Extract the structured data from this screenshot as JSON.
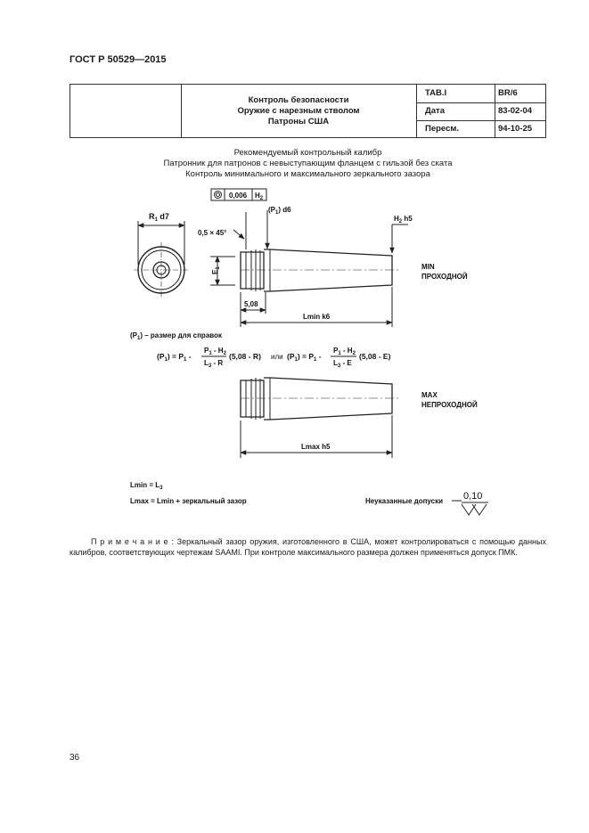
{
  "doc_code": "ГОСТ Р 50529—2015",
  "header": {
    "title_lines": [
      "Контроль безопасности",
      "Оружие с нарезным стволом",
      "Патроны США"
    ],
    "rows": [
      {
        "label": "TAB.I",
        "value": "BR/6"
      },
      {
        "label": "Дата",
        "value": "83-02-04"
      },
      {
        "label": "Пересм.",
        "value": "94-10-25"
      }
    ]
  },
  "captions": [
    "Рекомендуемый контрольный калибр",
    "Патронник для патронов с невыступающим фланцем с гильзой без ската",
    "Контроль минимального и максимального зеркального зазора"
  ],
  "drawing": {
    "r1": "R",
    "r1_sub": "1",
    "r1_tol": " d7",
    "flatness_value": "0,006",
    "h2": "H",
    "h2_sub": "2",
    "p1_label": "(P",
    "p1_sub": "1",
    "p1_tol": ") d6",
    "h2_tol": " h5",
    "chamfer": "0,5 × 45°",
    "e1": "E",
    "e1_sub": "1",
    "dim_508": "5,08",
    "lmin": "Lmin k6",
    "lmax": "Lmax h5",
    "min_label": "MIN",
    "min_desc": "ПРОХОДНОЙ",
    "max_label": "MAX",
    "max_desc": "НЕПРОХОДНОЙ",
    "ref_note": "– размер для справок",
    "formula_or": "или",
    "formula_tail1": "(5,08 - R)",
    "formula_tail2": "(5,08 - E)",
    "formula_l3": "L",
    "formula_minus_r": " - R",
    "formula_minus_e": " - E",
    "lmin_eq": "Lmin = L",
    "lmin_eq_sub": "3",
    "lmax_eq": "Lmax = Lmin + зеркальный зазор",
    "tolerance_label": "Неуказанные допуски",
    "tolerance_value": "0,10"
  },
  "note": {
    "prefix": "П р и м е ч а н и е :",
    "text": " Зеркальный зазор оружия, изготовленного в США, может контролироваться с помощью данных калибров, соответствующих чертежам SAAMI. При контроле максимального размера должен применяться допуск ПМК."
  },
  "page_number": "36"
}
